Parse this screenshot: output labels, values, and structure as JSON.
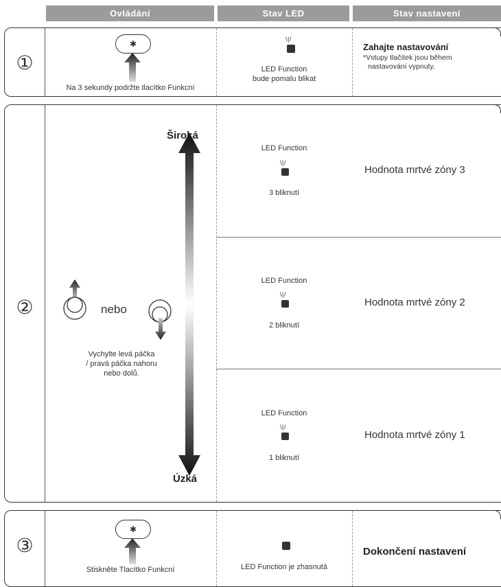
{
  "headers": {
    "col1": "Ovládání",
    "col2": "Stav LED",
    "col3": "Stav nastavení"
  },
  "step1": {
    "number": "①",
    "instruction": "Na 3 sekundy podržte tlacítko Funkcní",
    "led_line1": "LED Function",
    "led_line2": "bude pomalu blikat",
    "status_title": "Zahajte nastavování",
    "status_note_line1": "*Vstupy tlačítek jsou během",
    "status_note_line2": "nastavování vypnuty."
  },
  "step2": {
    "number": "②",
    "wide_label": "Široká",
    "narrow_label": "Úzká",
    "or_label": "nebo",
    "instruction_line1": "Vychylte levá páčka",
    "instruction_line2": "/ pravá páčka nahoru",
    "instruction_line3": "nebo dolů.",
    "rows": [
      {
        "led_label": "LED Function",
        "blinks": "3 bliknutí",
        "status": "Hodnota mrtvé zóny 3"
      },
      {
        "led_label": "LED Function",
        "blinks": "2 bliknutí",
        "status": "Hodnota mrtvé zóny 2"
      },
      {
        "led_label": "LED Function",
        "blinks": "1 bliknutí",
        "status": "Hodnota mrtvé zóny 1"
      }
    ]
  },
  "step3": {
    "number": "③",
    "instruction": "Stiskněte Tlacítko Funkcní",
    "led_label": "LED Function je zhasnutá",
    "status_title": "Dokončení nastavení"
  },
  "icons": {
    "gear": "gear-icon",
    "led_blink_rays": "\\ | /"
  }
}
